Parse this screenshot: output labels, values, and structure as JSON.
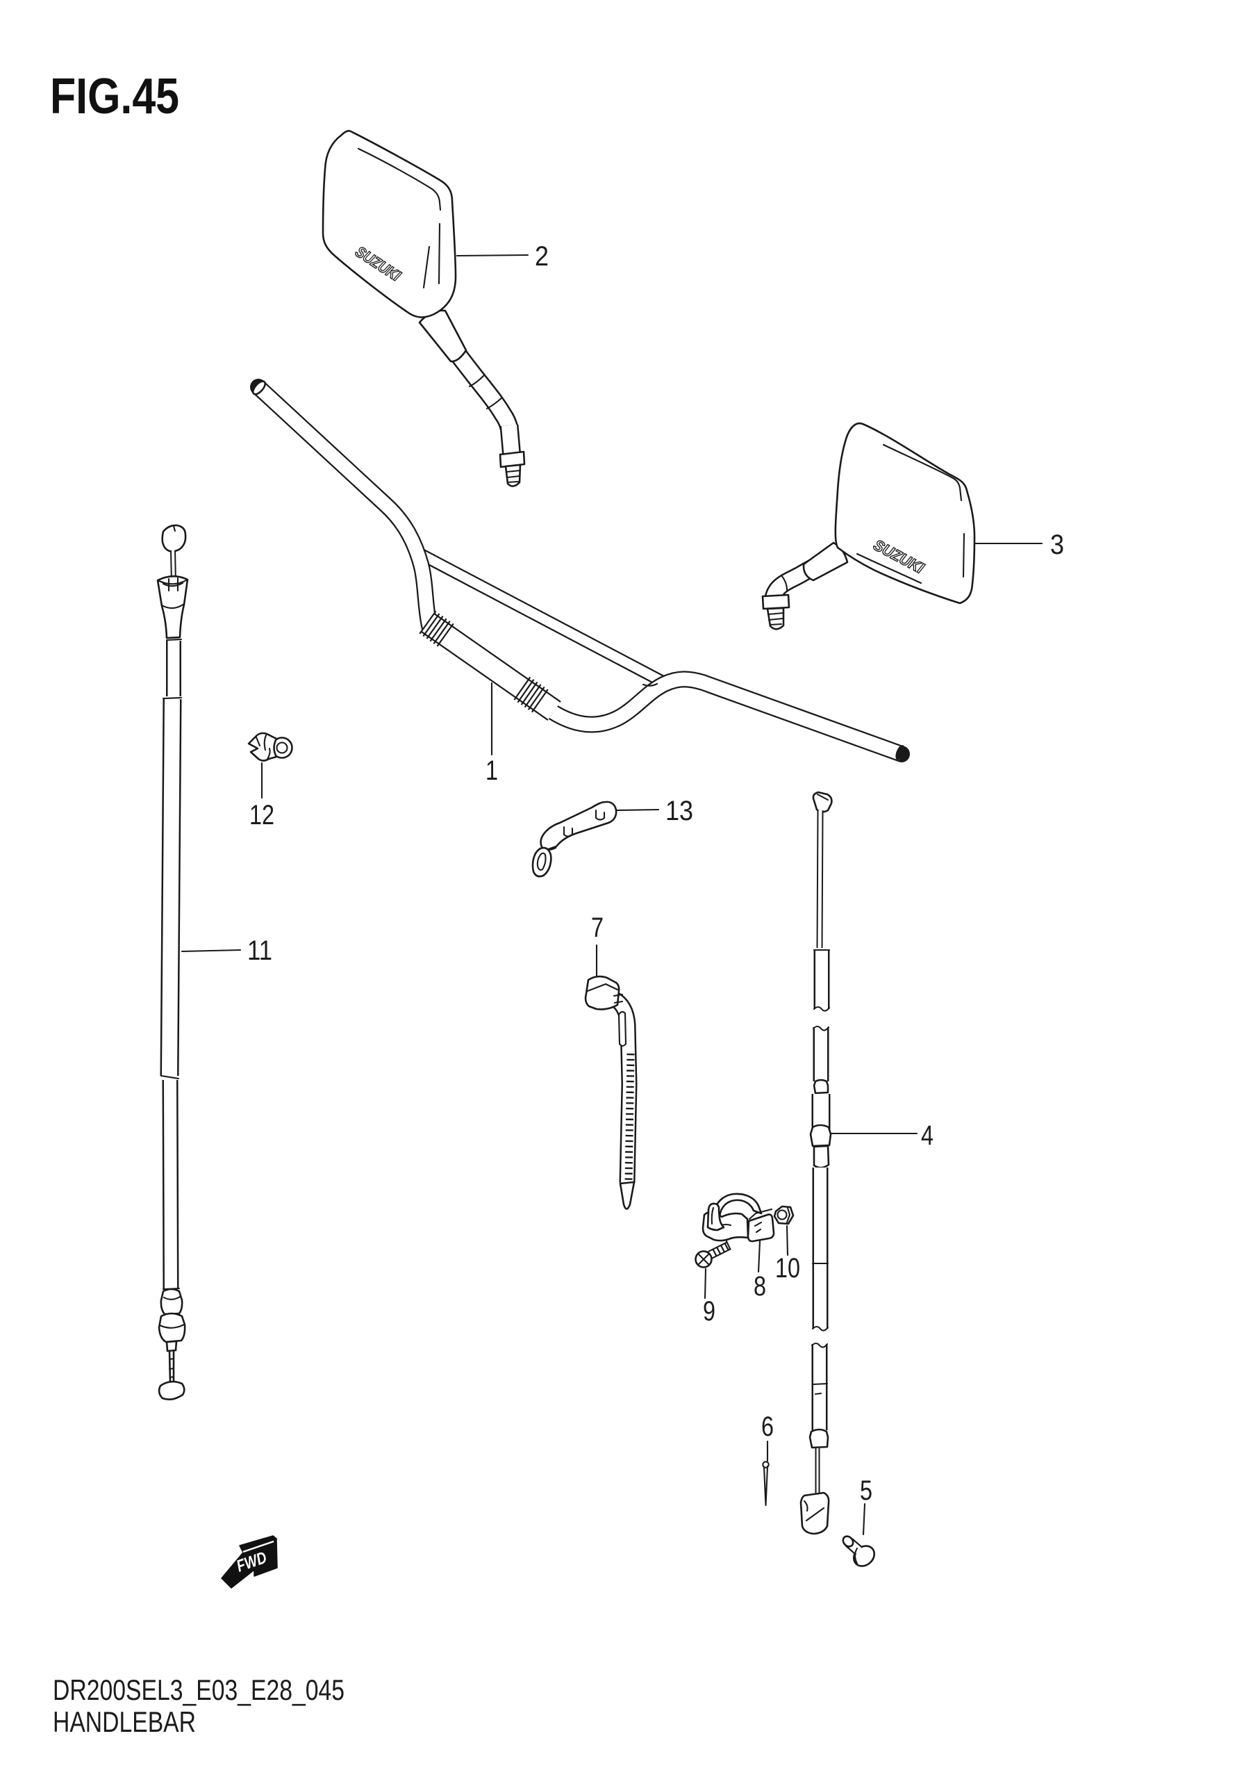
{
  "title": "FIG.45",
  "footer": {
    "code": "DR200SEL3_E03_E28_045",
    "name": "HANDLEBAR"
  },
  "fwd_marker": "FWD",
  "brand_mark": "SUZUKI",
  "callouts": [
    {
      "num": "1",
      "part": "handlebar"
    },
    {
      "num": "2",
      "part": "mirror-left"
    },
    {
      "num": "3",
      "part": "mirror-right"
    },
    {
      "num": "4",
      "part": "throttle-cable"
    },
    {
      "num": "5",
      "part": "bolt"
    },
    {
      "num": "6",
      "part": "cotter-pin"
    },
    {
      "num": "7",
      "part": "cable-strap"
    },
    {
      "num": "8",
      "part": "cable-clamp"
    },
    {
      "num": "9",
      "part": "screw"
    },
    {
      "num": "10",
      "part": "nut"
    },
    {
      "num": "11",
      "part": "clutch-cable"
    },
    {
      "num": "12",
      "part": "wire-clamp"
    },
    {
      "num": "13",
      "part": "bracket"
    }
  ]
}
